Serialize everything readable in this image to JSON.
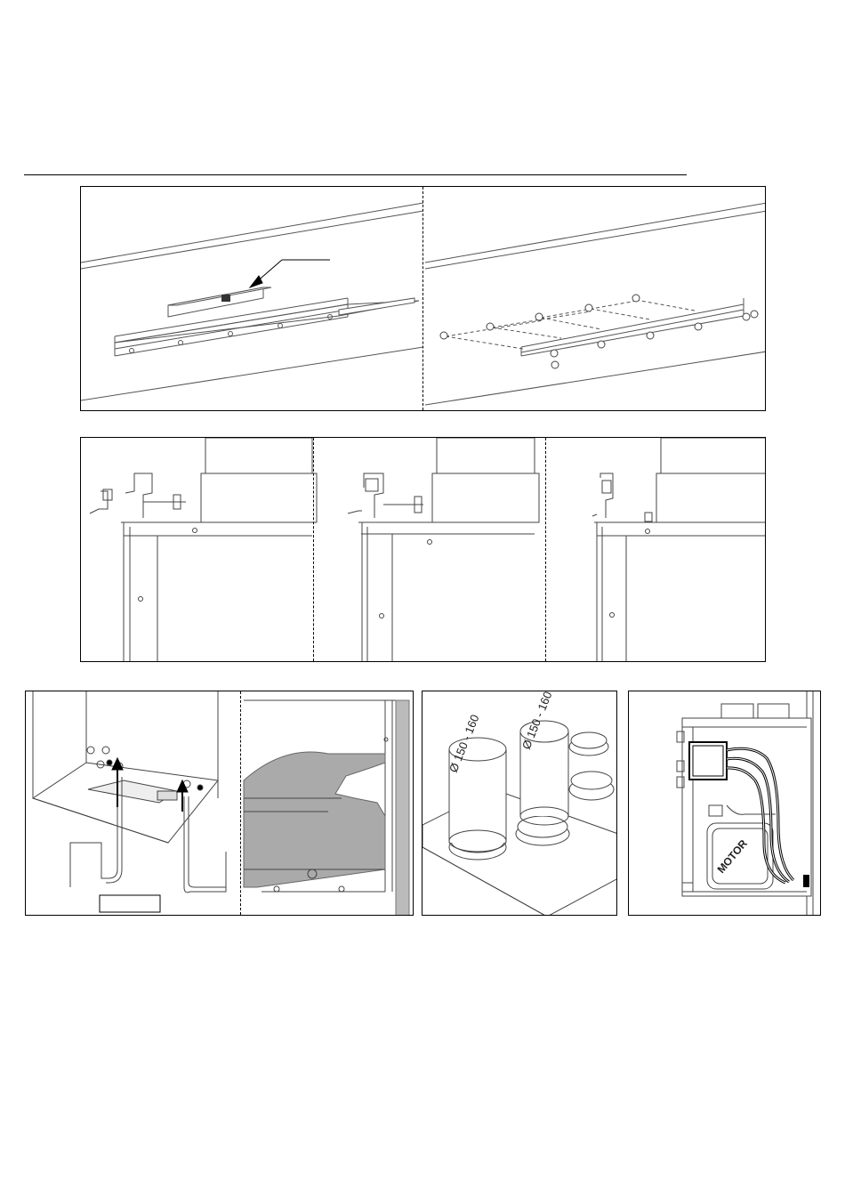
{
  "figures": {
    "duct_markings": {
      "left_duct": "Ø 150 - 160",
      "right_duct": "Ø 150 - 160"
    },
    "motor_box_label": "MOTOR"
  }
}
